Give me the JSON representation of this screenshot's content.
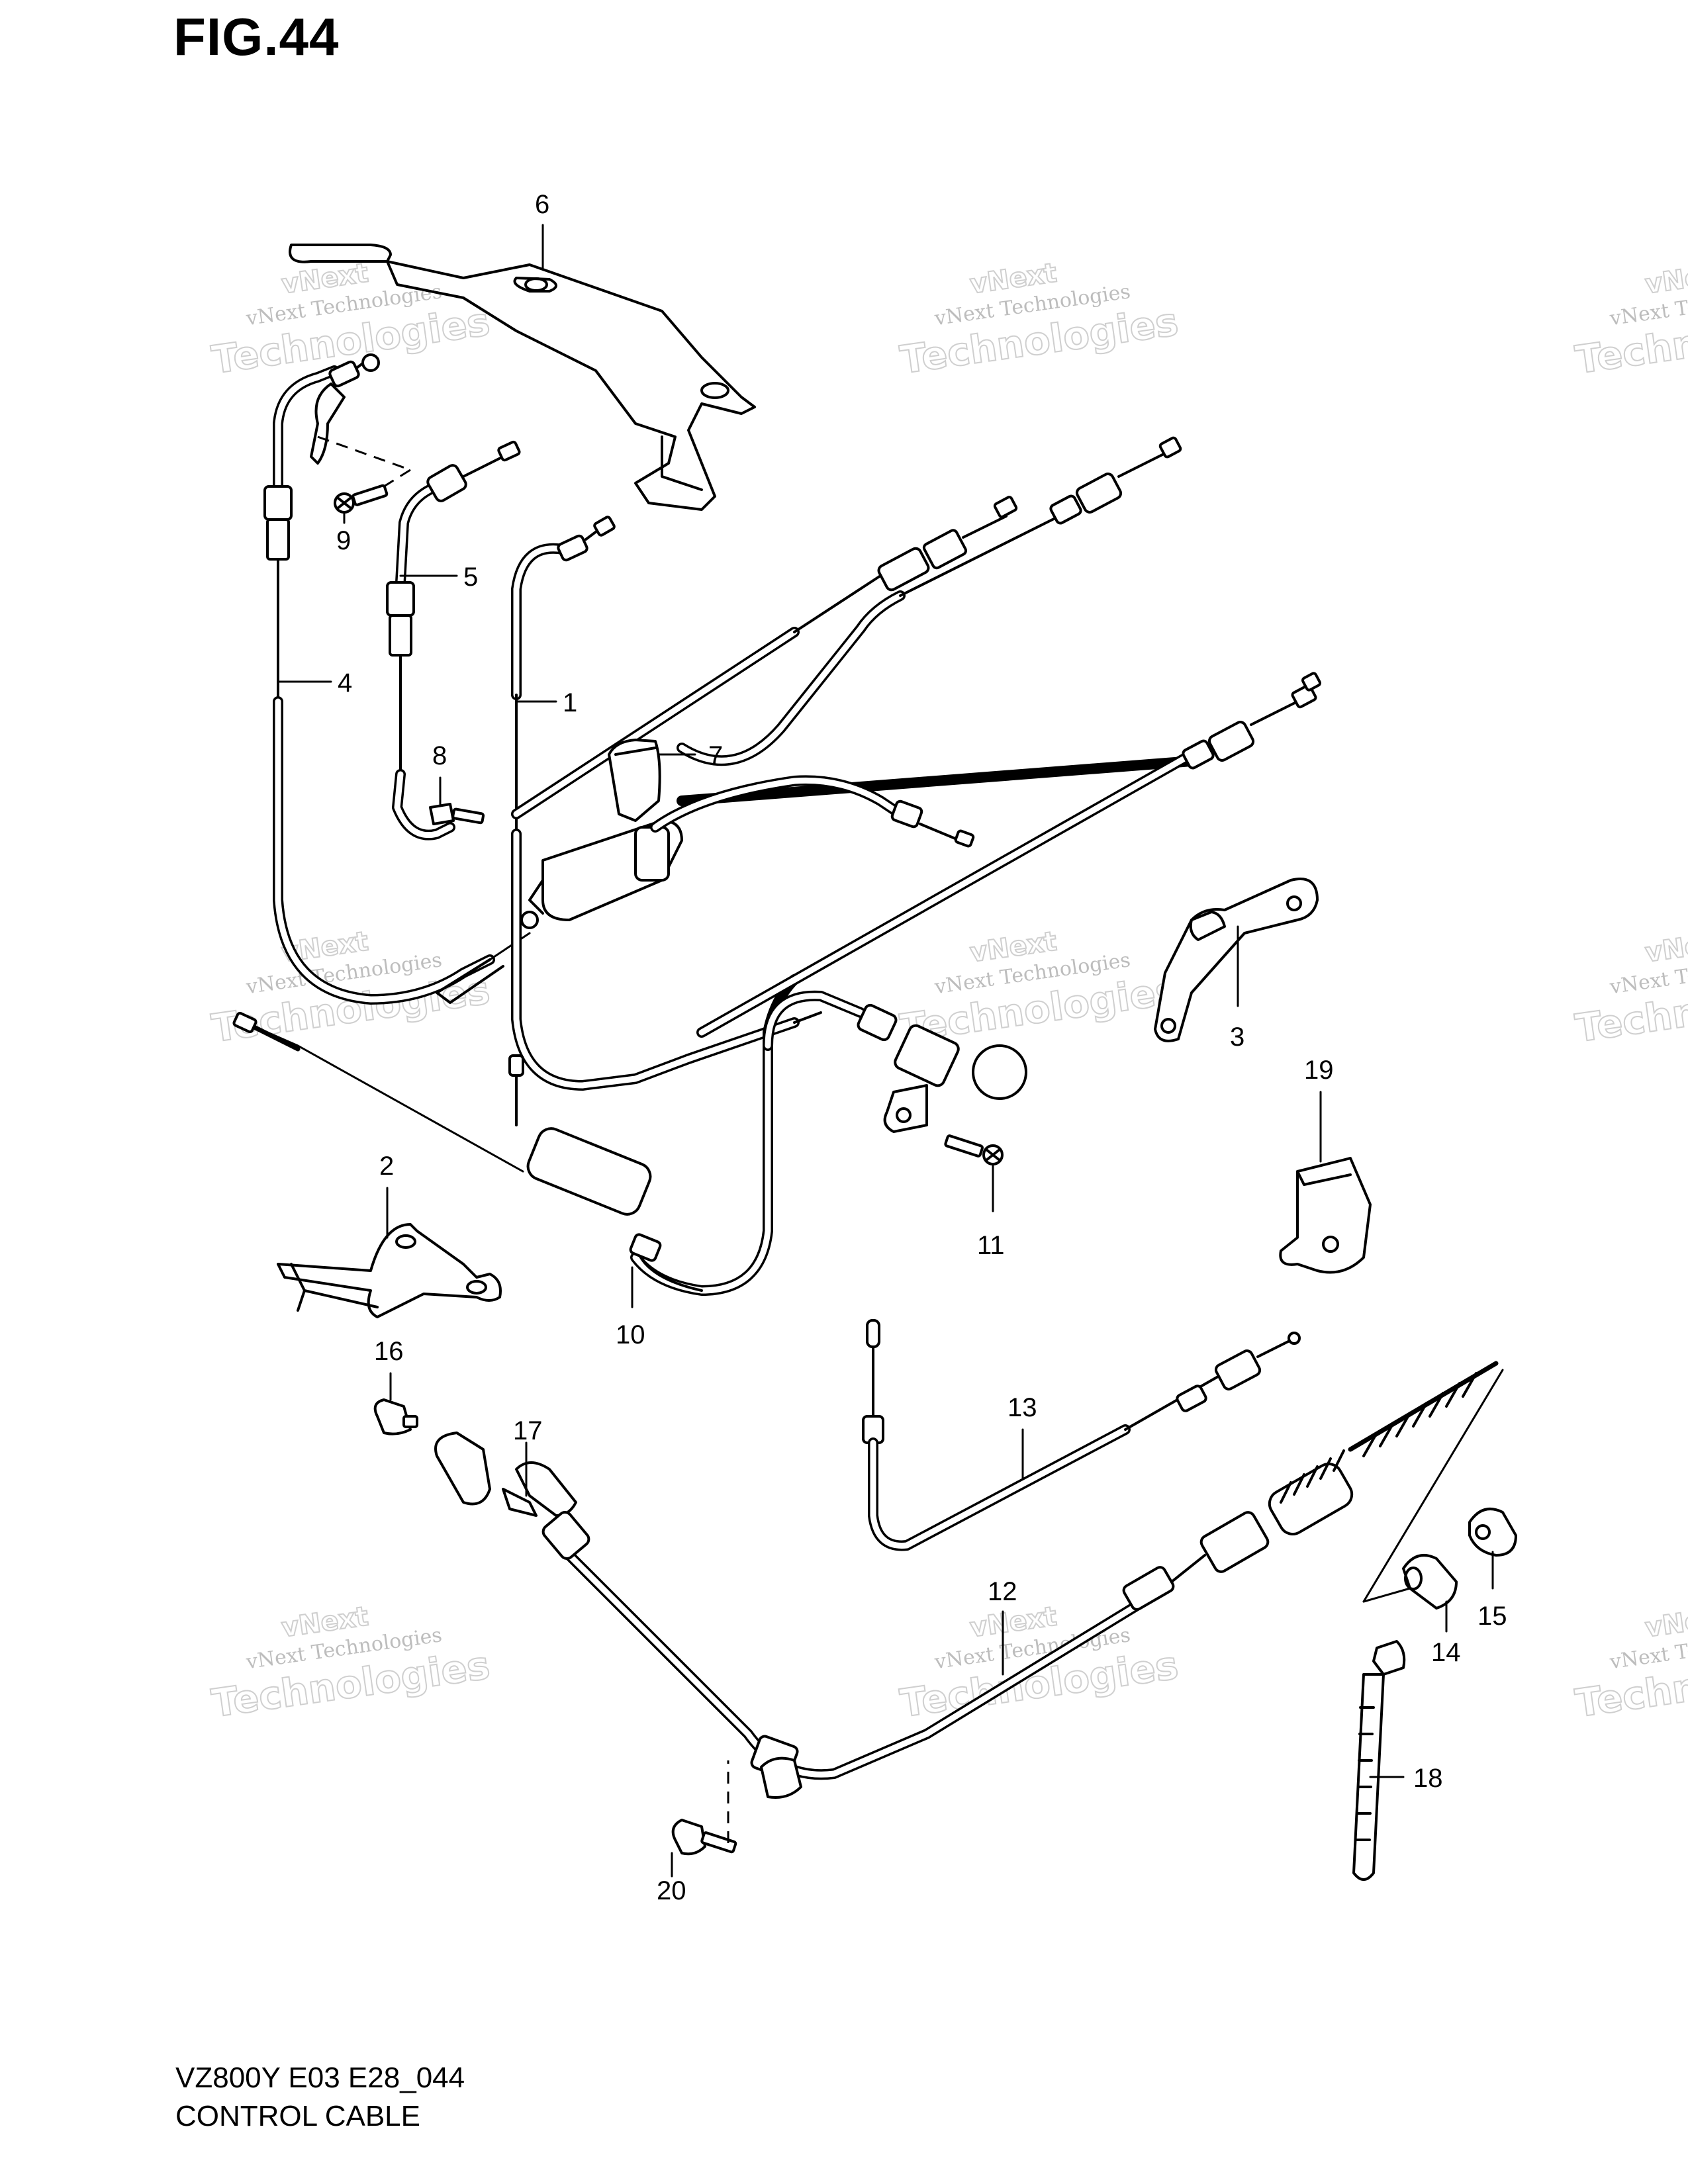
{
  "figure_title": "FIG.44",
  "model_code": "VZ800Y E03 E28_044",
  "section_name": "CONTROL CABLE",
  "watermark": {
    "line1": "vNext Technologies",
    "line2": "Technologies",
    "line3": "vNext"
  },
  "callouts": {
    "c1": "1",
    "c2": "2",
    "c3": "3",
    "c4": "4",
    "c5": "5",
    "c6": "6",
    "c7": "7",
    "c8": "8",
    "c9": "9",
    "c10": "10",
    "c11": "11",
    "c12": "12",
    "c13": "13",
    "c14": "14",
    "c15": "15",
    "c16": "16",
    "c17": "17",
    "c18": "18",
    "c19": "19",
    "c20": "20"
  }
}
